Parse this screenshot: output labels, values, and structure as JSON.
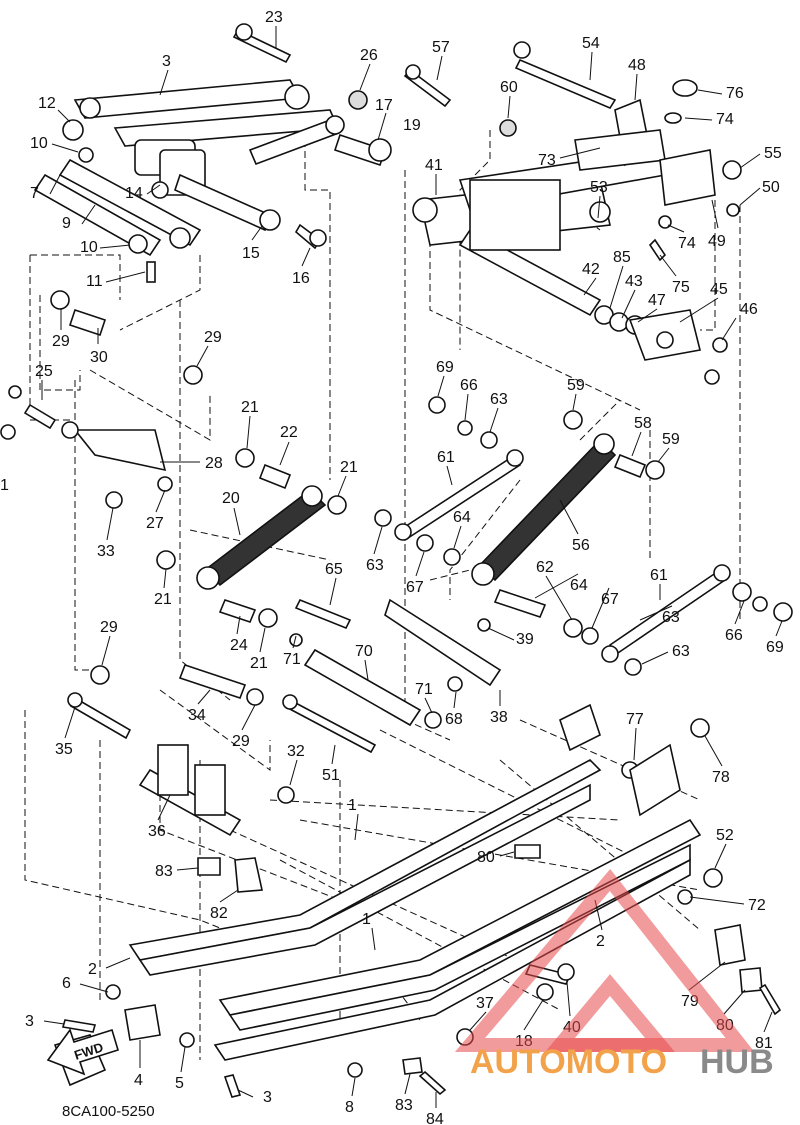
{
  "diagram": {
    "code": "8CA100-5250",
    "fwd_label": "FWD",
    "watermark": {
      "part1": "AUTOMOTO",
      "part2": "HUB",
      "color1": "#f2a24a",
      "color2": "#8a8a8a",
      "triangle_color": "#e8484a"
    },
    "callouts": [
      "23",
      "3",
      "26",
      "17",
      "19",
      "57",
      "54",
      "48",
      "76",
      "74",
      "60",
      "12",
      "10",
      "7",
      "9",
      "14",
      "10",
      "11",
      "15",
      "16",
      "41",
      "73",
      "53",
      "55",
      "50",
      "49",
      "74",
      "75",
      "85",
      "43",
      "47",
      "45",
      "46",
      "42",
      "29",
      "30",
      "29",
      "25",
      "1",
      "28",
      "27",
      "33",
      "21",
      "21",
      "22",
      "20",
      "21",
      "24",
      "21",
      "69",
      "66",
      "63",
      "59",
      "58",
      "59",
      "61",
      "64",
      "67",
      "56",
      "63",
      "65",
      "64",
      "67",
      "62",
      "61",
      "63",
      "66",
      "69",
      "63",
      "39",
      "71",
      "70",
      "68",
      "38",
      "71",
      "29",
      "34",
      "35",
      "29",
      "32",
      "51",
      "36",
      "77",
      "78",
      "52",
      "1",
      "80",
      "83",
      "82",
      "72",
      "2",
      "2",
      "1",
      "79",
      "6",
      "3",
      "4",
      "5",
      "37",
      "18",
      "40",
      "80",
      "81",
      "3",
      "8",
      "83",
      "84"
    ]
  }
}
